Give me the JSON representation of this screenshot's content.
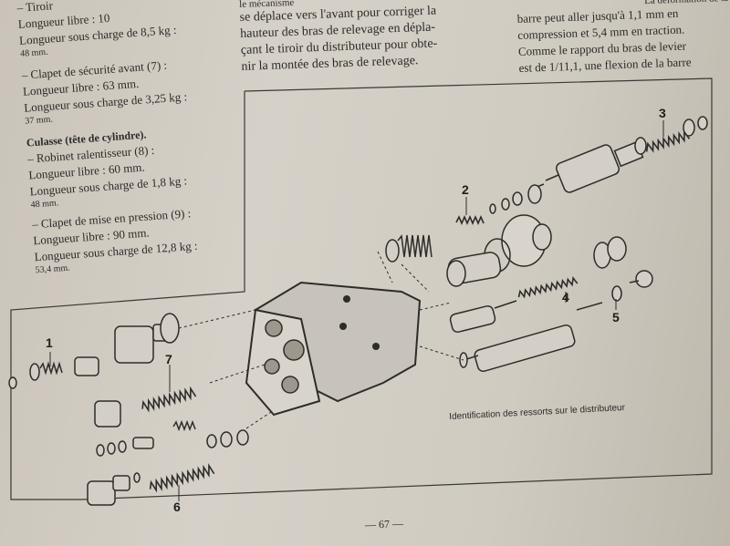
{
  "left_column": {
    "line_top": "– Tiroir",
    "line_free_top": "Longueur libre : 10",
    "line_charge_top": "Longueur sous charge de 8,5 kg :",
    "val_top": "48 mm.",
    "clapet_avant_title": "– Clapet de sécurité avant (7) :",
    "clapet_avant_free": "Longueur libre : 63 mm.",
    "clapet_avant_charge": "Longueur sous charge de 3,25 kg :",
    "clapet_avant_val": "37 mm.",
    "culasse_title": "Culasse (tête de cylindre).",
    "robinet_title": "– Robinet ralentisseur (8) :",
    "robinet_free": "Longueur libre : 60 mm.",
    "robinet_charge": "Longueur sous charge de 1,8 kg :",
    "robinet_val": "48 mm.",
    "mise_title": "– Clapet de mise en pression (9) :",
    "mise_free": "Longueur libre : 90 mm.",
    "mise_charge": "Longueur sous charge de 12,8 kg :",
    "mise_val": "53,4 mm."
  },
  "middle_column": {
    "line1": "le mécanisme",
    "line2": "se déplace vers l'avant pour corriger la",
    "line3": "hauteur des bras de relevage en dépla-",
    "line4": "çant le tiroir du distributeur pour obte-",
    "line5": "nir la montée des bras de relevage."
  },
  "right_column": {
    "line1": "La déformation de la",
    "line2": "barre peut aller jusqu'à 1,1 mm en",
    "line3": "compression et 5,4 mm en traction.",
    "line4": "Comme le rapport du bras de levier",
    "line5": "est de 1/11,1, une flexion de la barre"
  },
  "diagram": {
    "caption": "Identification des ressorts sur le distributeur",
    "callouts": [
      "1",
      "2",
      "3",
      "4",
      "5",
      "6",
      "7"
    ]
  },
  "page_number": "— 67 —"
}
